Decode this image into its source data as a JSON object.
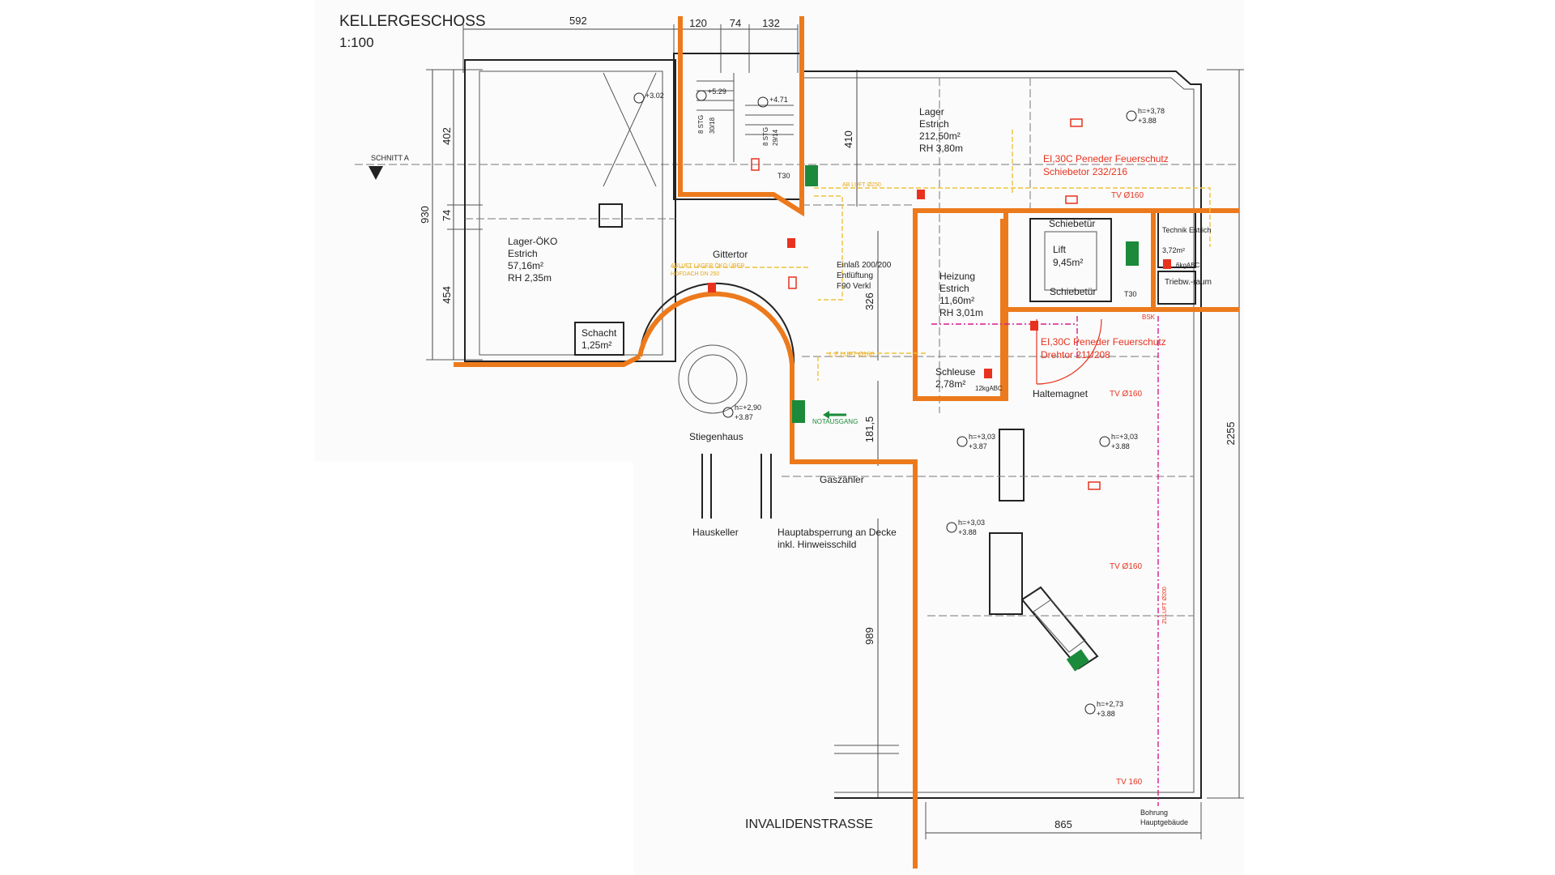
{
  "drawing": {
    "title": "KELLERGESCHOSS",
    "scale": "1:100",
    "section_label": "SCHNITT A",
    "street": "INVALIDENSTRASSE"
  },
  "dimensions": {
    "top": [
      "592",
      "120",
      "74",
      "132"
    ],
    "left": [
      "930",
      "402",
      "74",
      "454"
    ],
    "inner": [
      "410",
      "326",
      "181,5",
      "989"
    ],
    "right": "2255",
    "bottom": "865"
  },
  "rooms": [
    {
      "name": "Lager-ÖKO",
      "floor": "Estrich",
      "area": "57,16m²",
      "height": "RH 2,35m"
    },
    {
      "name": "Lager",
      "floor": "Estrich",
      "area": "212,50m²",
      "height": "RH 3,80m"
    },
    {
      "name": "Heizung",
      "floor": "Estrich",
      "area": "11,60m²",
      "height": "RH 3,01m"
    },
    {
      "name": "Lift",
      "area": "9,45m²"
    },
    {
      "name": "Schleuse",
      "area": "2,78m²"
    },
    {
      "name": "Schacht",
      "area": "1,25m²"
    },
    {
      "name": "Technik Estrich",
      "area": "3,72m²"
    },
    {
      "name": "Stiegenhaus"
    }
  ],
  "labels": {
    "gittertor": "Gittertor",
    "schiebetuer": "Schiebetür",
    "triebwerkraum": "Triebw.-raum",
    "haltemagnet": "Haltemagnet",
    "gaszaehler": "Gaszähler",
    "hauskeller": "Hauskeller",
    "hauptabsperrung_1": "Hauptabsperrung an Decke",
    "hauptabsperrung_2": "inkl. Hinweisschild",
    "bohrung_1": "Bohrung",
    "bohrung_2": "Hauptgebäude",
    "notausgang": "NOTAUSGANG",
    "einlass_1": "Einlaß 200/200",
    "einlass_2": "Entlüftung",
    "einlass_3": "F90 Verkl",
    "t30_1": "T30",
    "t30_2": "T30",
    "extinguisher_1": "12kgABC",
    "extinguisher_2": "6kgABC",
    "bsk": "BSK",
    "ab_luft_1": "AB LUFT Ø250",
    "ab_luft_2": "ABLUFT LAGER ÖKO ÜBER",
    "ab_luft_3": "HOFDACH DN 250",
    "zuluft": "ZULUFT Ø200",
    "zuluft_2": "L Z LUFT Ø160"
  },
  "fire_doors": [
    {
      "line1": "EI,30C Peneder Feuerschutz",
      "line2": "Schiebetor 232/216"
    },
    {
      "line1": "EI,30C Peneder Feuerschutz",
      "line2": "Drehtor 211/208"
    }
  ],
  "ventilation": [
    "TV Ø160",
    "TV Ø160",
    "TV Ø160",
    "TV 160"
  ],
  "levels": [
    {
      "h": "",
      "v": "+3.02"
    },
    {
      "h": "",
      "v": "+5.29"
    },
    {
      "h": "",
      "v": "+4.71"
    },
    {
      "h": "h=+3,78",
      "v": "+3.88"
    },
    {
      "h": "h=+2,90",
      "v": "+3.87"
    },
    {
      "h": "h=+3,03",
      "v": "+3.87"
    },
    {
      "h": "h=+3,03",
      "v": "+3.88"
    },
    {
      "h": "h=+3,03",
      "v": "+3.88"
    },
    {
      "h": "h=+2,73",
      "v": "+3.88"
    }
  ],
  "stairs": {
    "steps_1": "8 STG",
    "rise_1": "30/18",
    "steps_2": "8 STG",
    "rise_2": "29/14"
  },
  "colors": {
    "fire_line": "#ec7a1c",
    "fire_text": "#e8321e",
    "vent_yellow": "#f0c23c",
    "vent_magenta": "#d81b8c",
    "exit_green": "#1b8a3a",
    "paper": "#ffffff"
  },
  "icons": [
    "section-arrow-icon",
    "exit-sign-icon",
    "fire-extinguisher-icon",
    "level-marker-icon",
    "smoke-detector-icon"
  ]
}
